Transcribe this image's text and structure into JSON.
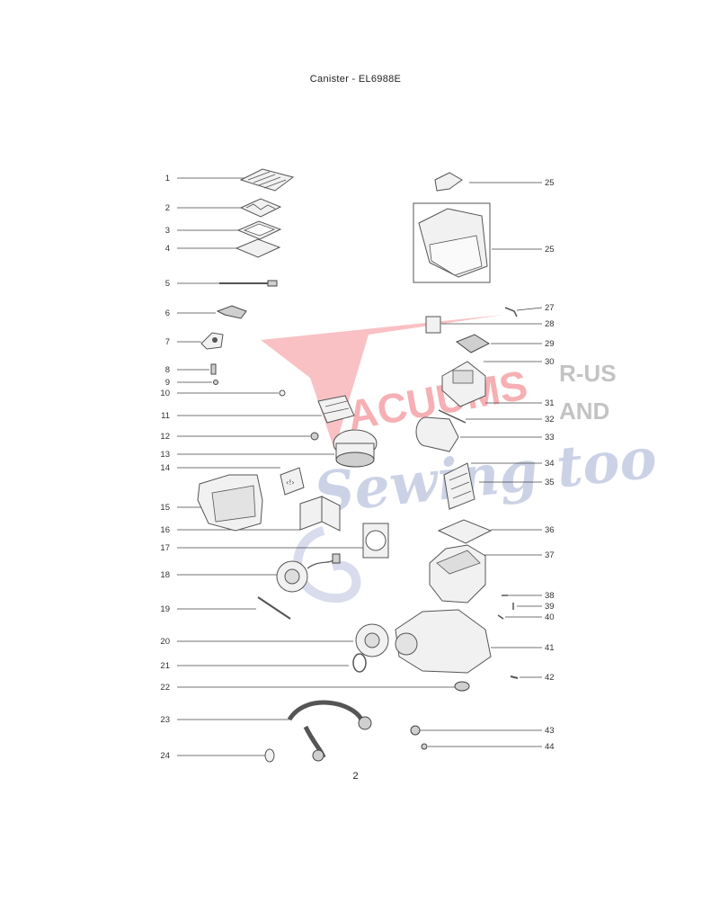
{
  "title": "Canister -  EL6988E",
  "page_number": "2",
  "watermark": {
    "brand": "ACUUMS",
    "suffix_top": "R-US",
    "suffix_bottom": "AND",
    "tagline": "Sewing too",
    "colors": {
      "red": "#e8202c",
      "blue": "#3a4fa0",
      "grey": "#555555"
    }
  },
  "part_numbers": [
    "1",
    "2",
    "3",
    "4",
    "5",
    "6",
    "7",
    "8",
    "9",
    "10",
    "11",
    "12",
    "13",
    "14",
    "15",
    "16",
    "17",
    "18",
    "19",
    "20",
    "21",
    "22",
    "23",
    "24",
    "25",
    "25",
    "27",
    "28",
    "29",
    "30",
    "31",
    "32",
    "33",
    "34",
    "35",
    "36",
    "37",
    "38",
    "39",
    "40",
    "41",
    "42",
    "43",
    "44"
  ]
}
